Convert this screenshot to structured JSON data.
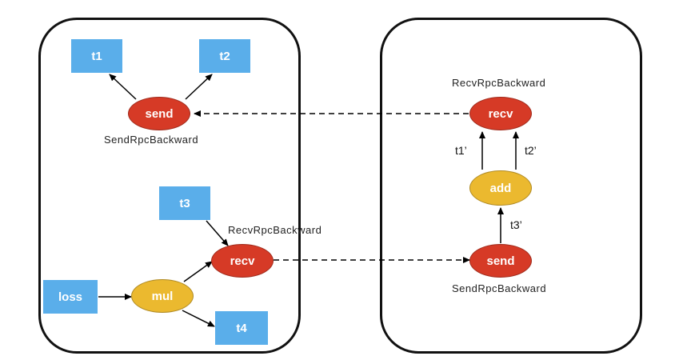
{
  "colors": {
    "box_fill": "#5aaeea",
    "send_recv_fill": "#d63a26",
    "op_fill": "#ebb92f",
    "text_on_node": "#ffffff",
    "line": "#000000",
    "panel_border": "#111111"
  },
  "left_panel": {
    "tensors": {
      "t1": "t1",
      "t2": "t2",
      "t3": "t3",
      "t4": "t4",
      "loss": "loss"
    },
    "send_node": {
      "label": "send",
      "caption": "SendRpcBackward"
    },
    "recv_node": {
      "label": "recv",
      "caption": "RecvRpcBackward"
    },
    "mul_node": {
      "label": "mul"
    }
  },
  "right_panel": {
    "recv_node": {
      "label": "recv",
      "caption": "RecvRpcBackward"
    },
    "add_node": {
      "label": "add"
    },
    "send_node": {
      "label": "send",
      "caption": "SendRpcBackward"
    },
    "edge_labels": {
      "t1_prime": "t1’",
      "t2_prime": "t2’",
      "t3_prime": "t3’"
    }
  }
}
